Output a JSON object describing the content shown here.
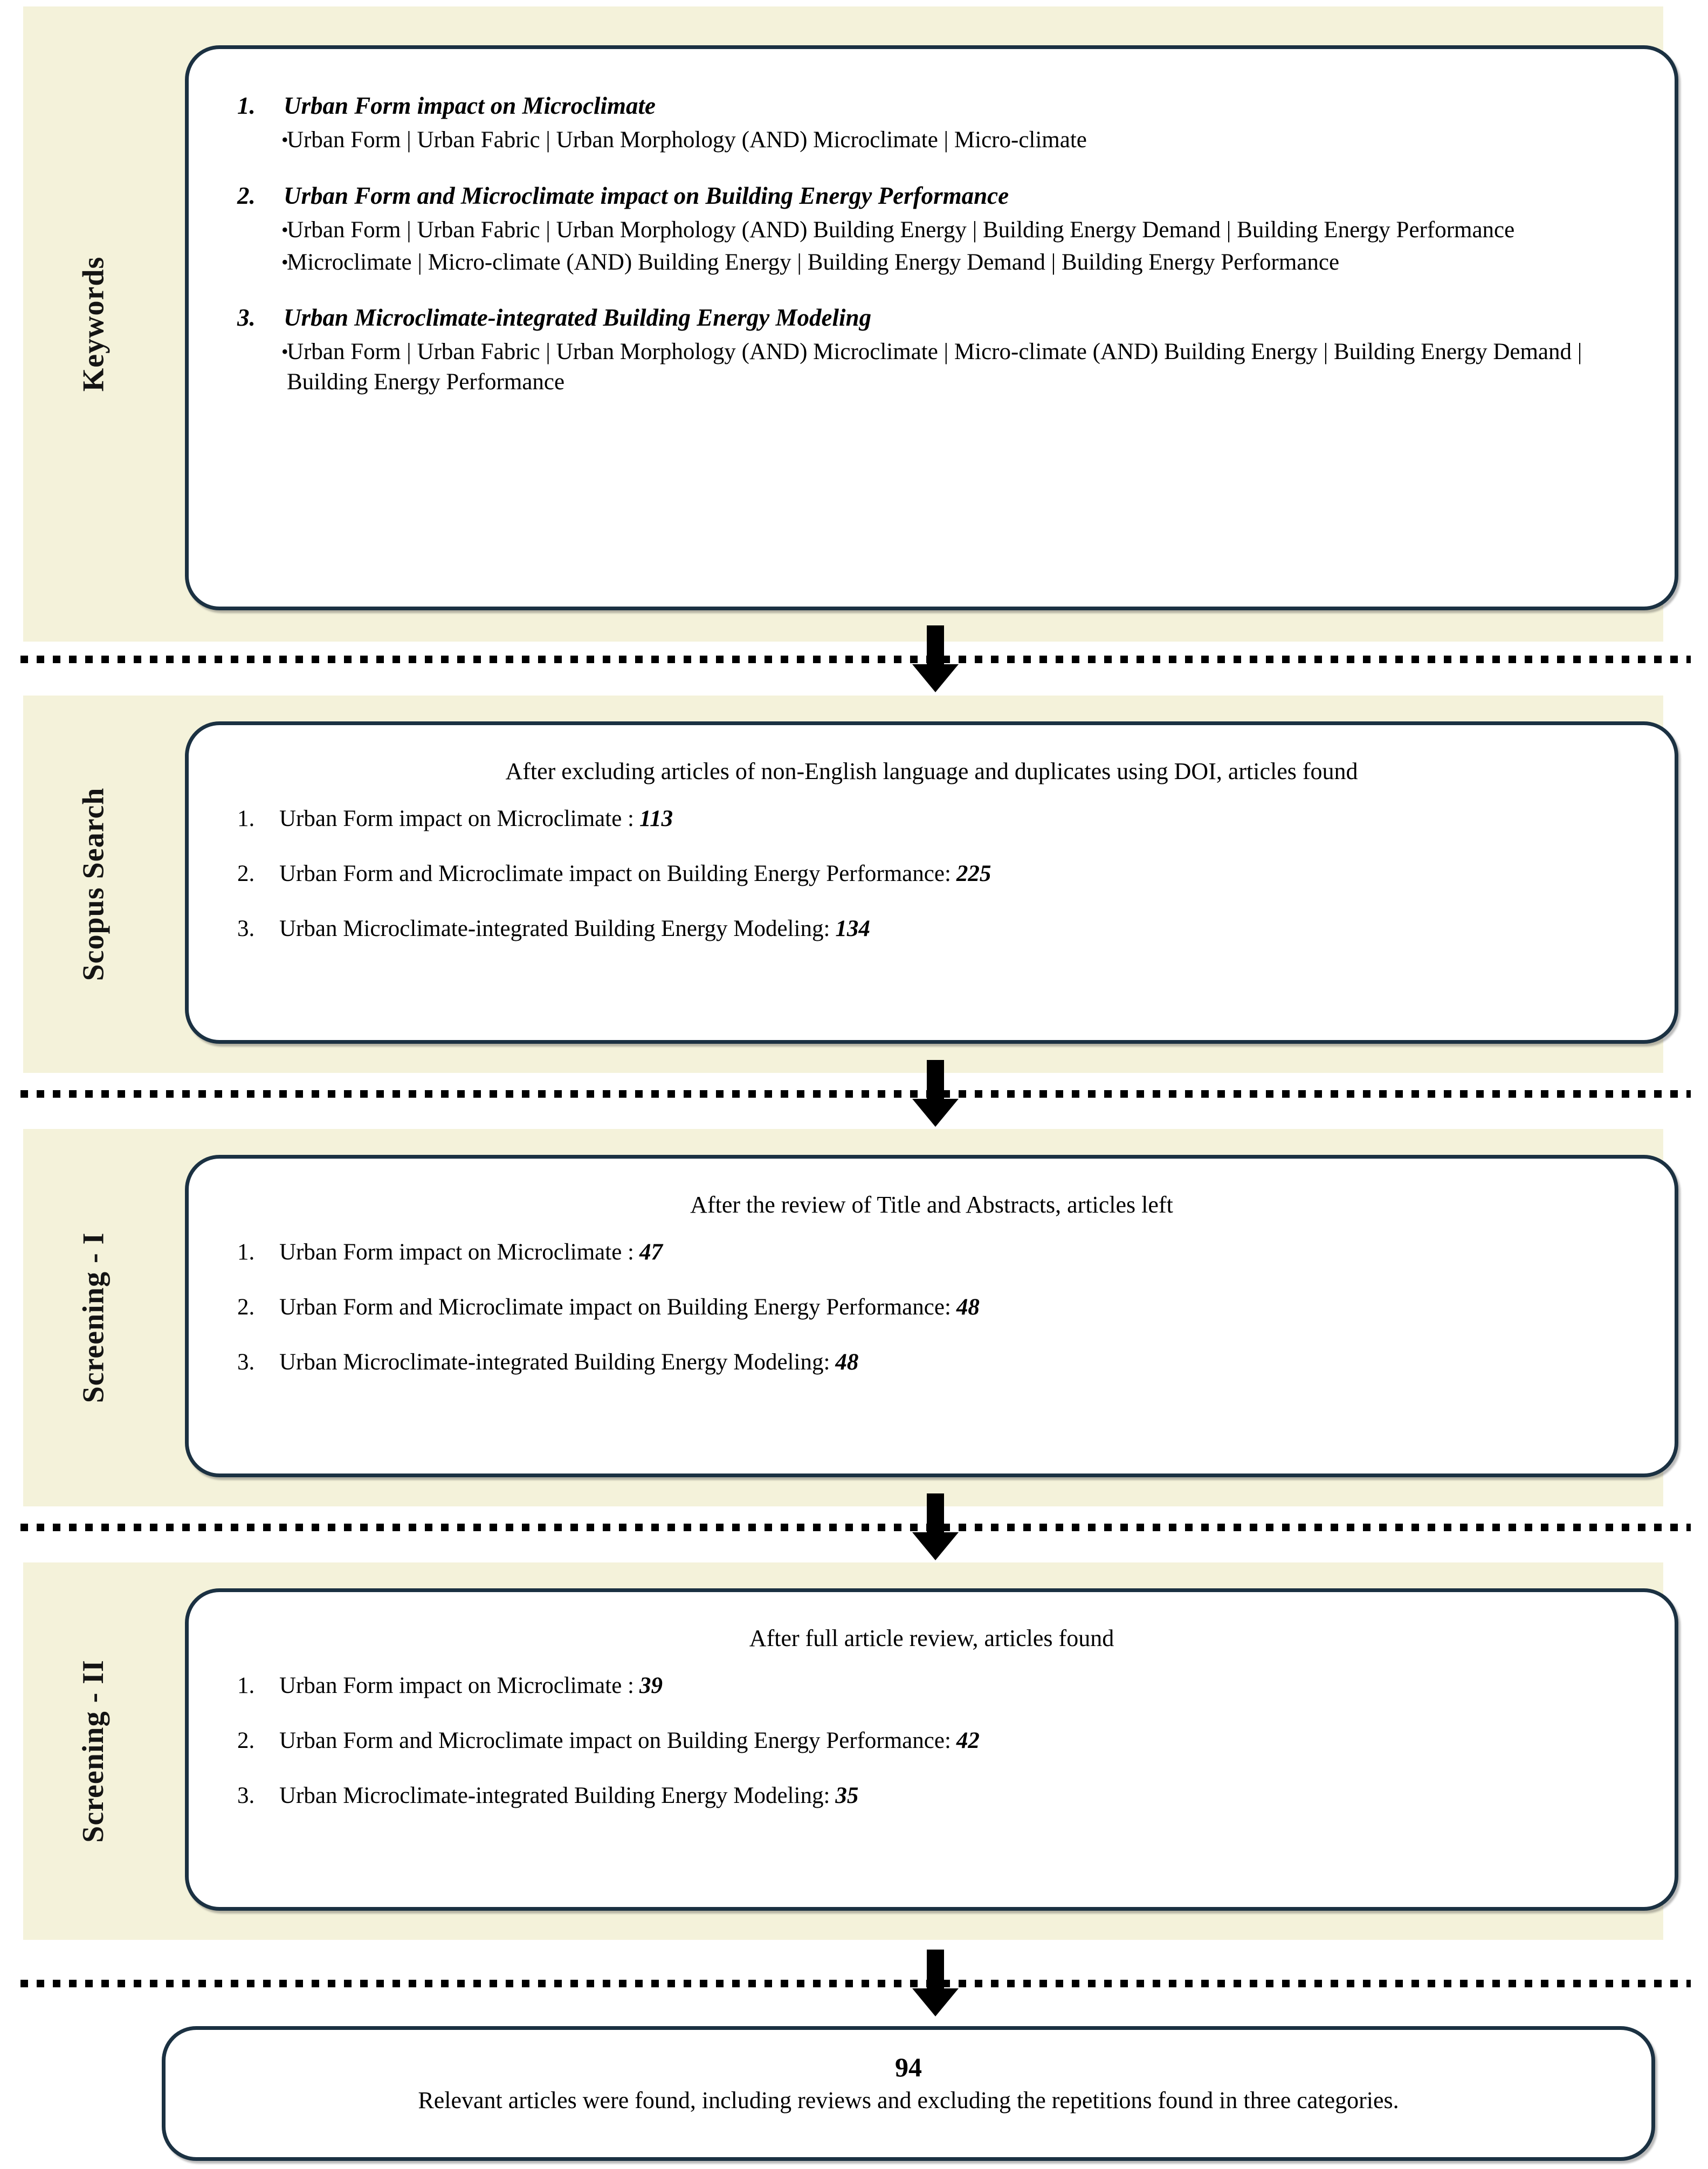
{
  "colors": {
    "band_background": "#f4f2da",
    "card_border": "#1b3142",
    "card_background": "#ffffff",
    "text": "#000000",
    "page_background": "#ffffff"
  },
  "stages": [
    {
      "label": "Keywords",
      "groups": [
        {
          "number": "1.",
          "heading": "Urban Form impact on Microclimate",
          "bullets": [
            "Urban Form | Urban Fabric | Urban Morphology  (AND) Microclimate | Micro-climate"
          ]
        },
        {
          "number": "2.",
          "heading": "Urban Form and Microclimate impact on Building Energy Performance",
          "bullets": [
            "Urban Form | Urban Fabric | Urban Morphology (AND) Building Energy | Building Energy Demand | Building Energy Performance",
            "Microclimate | Micro-climate (AND) Building Energy | Building Energy Demand | Building Energy Performance"
          ]
        },
        {
          "number": "3.",
          "heading": "Urban Microclimate-integrated Building Energy Modeling",
          "bullets": [
            "Urban Form | Urban Fabric | Urban Morphology (AND) Microclimate | Micro-climate (AND) Building Energy | Building Energy Demand | Building Energy Performance"
          ]
        }
      ]
    },
    {
      "label": "Scopus Search",
      "title": "After excluding articles of non-English language and duplicates using DOI, articles found",
      "items": [
        {
          "number": "1.",
          "label": "Urban Form impact on Microclimate :",
          "value": "113"
        },
        {
          "number": "2.",
          "label": "Urban Form and Microclimate impact on Building Energy Performance:",
          "value": "225"
        },
        {
          "number": "3.",
          "label": "Urban Microclimate-integrated Building Energy Modeling:",
          "value": "134"
        }
      ]
    },
    {
      "label": "Screening - I",
      "title": "After the review of Title and Abstracts, articles left",
      "items": [
        {
          "number": "1.",
          "label": "Urban Form impact on Microclimate :",
          "value": "47"
        },
        {
          "number": "2.",
          "label": "Urban Form and Microclimate impact on Building Energy Performance:",
          "value": "48"
        },
        {
          "number": "3.",
          "label": "Urban Microclimate-integrated Building Energy Modeling:",
          "value": "48"
        }
      ]
    },
    {
      "label": "Screening - II",
      "title": "After full article review, articles found",
      "items": [
        {
          "number": "1.",
          "label": "Urban Form impact on Microclimate :",
          "value": "39"
        },
        {
          "number": "2.",
          "label": "Urban Form and Microclimate impact on Building Energy Performance:",
          "value": "42"
        },
        {
          "number": "3.",
          "label": "Urban Microclimate-integrated Building Energy Modeling:",
          "value": "35"
        }
      ]
    }
  ],
  "final": {
    "count": "94",
    "text": "Relevant articles were found, including reviews and excluding the repetitions found in three categories."
  },
  "icons": {
    "arrow": "down-arrow-icon",
    "bullet": "•"
  }
}
